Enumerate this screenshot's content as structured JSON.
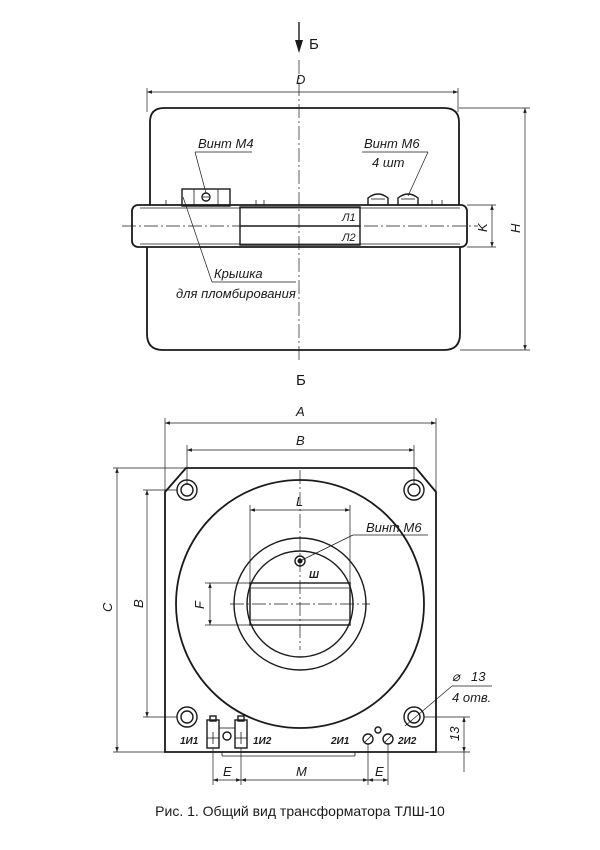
{
  "section": {
    "mark": "Б"
  },
  "top_view": {
    "dim_d": "D",
    "dim_h": "H",
    "dim_k": "K",
    "label_screw_m4": "Винт М4",
    "label_screw_m6": "Винт М6",
    "label_screw_m6_qty": "4 шт",
    "label_l1": "Л1",
    "label_l2": "Л2",
    "label_cover_line1": "Крышка",
    "label_cover_line2": "для пломбирования"
  },
  "front_view": {
    "dim_a": "A",
    "dim_b": "B",
    "dim_c": "C",
    "dim_b_vertical": "B",
    "dim_l": "L",
    "dim_f": "F",
    "dim_e": "E",
    "dim_m": "M",
    "dim_13": "13",
    "label_screw_m6": "Винт М6",
    "label_sh": "Ш",
    "label_hole_dia": "13",
    "label_hole_qty": "4 отв.",
    "terminal_1i1": "1И1",
    "terminal_1i2": "1И2",
    "terminal_2i1": "2И1",
    "terminal_2i2": "2И2"
  },
  "caption": "Рис. 1. Общий вид  трансформатора ТЛШ-10"
}
